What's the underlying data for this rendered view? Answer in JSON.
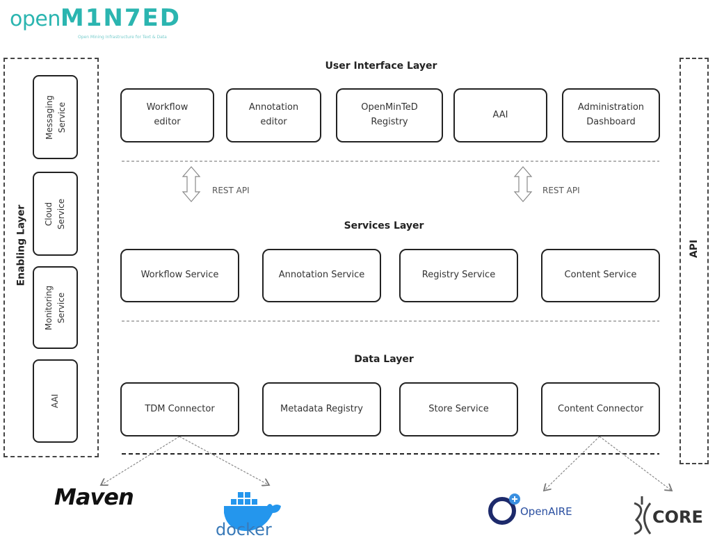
{
  "logo": {
    "text_open": "open",
    "text_minted": "M1N7ED",
    "tagline": "Open Mining Infrastructure for Text & Data",
    "color": "#2bb5b0"
  },
  "enabling_layer": {
    "label": "Enabling Layer",
    "items": [
      "Messaging\nService",
      "Cloud\nService",
      "Monitoring\nService",
      "AAI"
    ]
  },
  "api_label": "API",
  "ui_layer": {
    "title": "User Interface Layer",
    "items": [
      "Workflow\neditor",
      "Annotation\neditor",
      "OpenMinTeD\nRegistry",
      "AAI",
      "Administration\nDashboard"
    ]
  },
  "rest_api": [
    "REST API",
    "REST API"
  ],
  "services_layer": {
    "title": "Services Layer",
    "items": [
      "Workflow Service",
      "Annotation Service",
      "Registry Service",
      "Content Service"
    ]
  },
  "data_layer": {
    "title": "Data Layer",
    "items": [
      "TDM Connector",
      "Metadata Registry",
      "Store Service",
      "Content Connector"
    ]
  },
  "external_logos": {
    "maven": "Maven",
    "docker": "docker",
    "openaire": "OpenAIRE",
    "core": "CORE"
  }
}
